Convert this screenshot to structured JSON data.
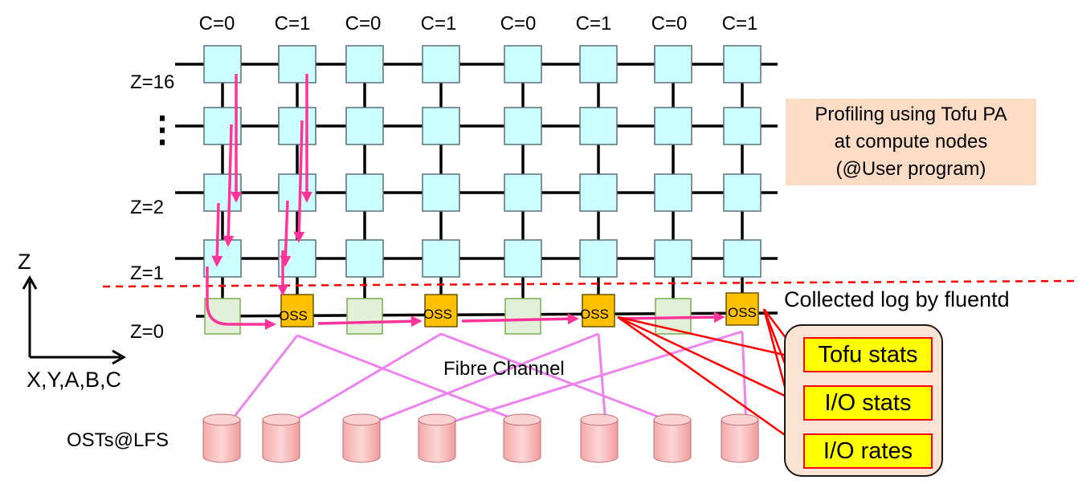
{
  "column_labels": [
    "C=0",
    "C=1",
    "C=0",
    "C=1",
    "C=0",
    "C=1",
    "C=0",
    "C=1"
  ],
  "row_labels": {
    "z16": "Z=16",
    "z2": "Z=2",
    "z1": "Z=1",
    "z0": "Z=0"
  },
  "ellipsis": "⋮",
  "axis": {
    "vertical": "Z",
    "horizontal": "X,Y,A,B,C"
  },
  "oss_label": "OSS",
  "fibre_label": "Fibre Channel",
  "ost_label": "OSTs@LFS",
  "profiling": {
    "line1": "Profiling using Tofu PA",
    "line2": "at compute nodes",
    "line3": "(@User program)"
  },
  "collected_label": "Collected log by fluentd",
  "stats": [
    "Tofu stats",
    "I/O stats",
    "I/O rates"
  ],
  "colors": {
    "compute_node": "#ccffff",
    "io_node": "#e2f0d9",
    "oss_node": "#ffc000",
    "ost_disk": "#f8b9b9",
    "arrow_pink": "#ff3399",
    "fibre_line": "#ee82ee",
    "divider": "#ff0000",
    "stat_fill": "#ffff00"
  }
}
